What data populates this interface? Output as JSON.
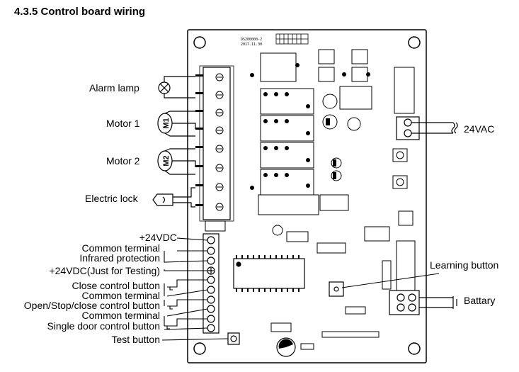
{
  "title": "4.3.5 Control board wiring",
  "board": {
    "code_line1": "DS200000-2",
    "code_line2": "2017.11.30"
  },
  "labels": {
    "alarm_lamp": "Alarm lamp",
    "motor1": "Motor 1",
    "motor2": "Motor 2",
    "electric_lock": "Electric lock",
    "plus24vdc": "+24VDC",
    "common_terminal_1": "Common terminal",
    "infrared_protection": "Infrared protection",
    "plus24vdc_testing": "+24VDC(Just for Testing)",
    "close_control_button": "Close control button",
    "common_terminal_2": "Common terminal",
    "open_stop_close": "Open/Stop/close control button",
    "common_terminal_3": "Common terminal",
    "single_door": "Single door control button",
    "test_button": "Test button",
    "learning_button": "Learning button",
    "battery": "Battary",
    "vac24": "24VAC"
  },
  "symbols": {
    "motor1": "M1",
    "motor2": "M2"
  }
}
